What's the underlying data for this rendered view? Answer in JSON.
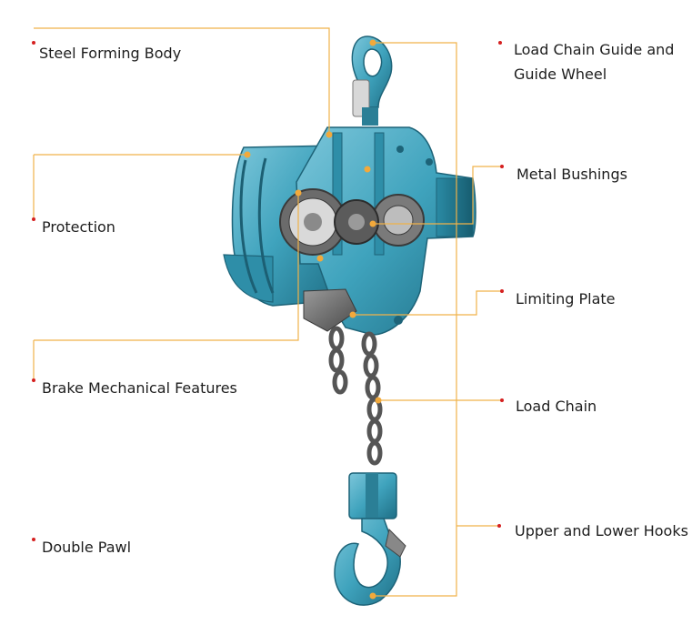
{
  "labels": {
    "steel_forming_body": "Steel Forming Body",
    "protection": "Protection",
    "brake_mechanical_features": "Brake Mechanical Features",
    "double_pawl": "Double Pawl",
    "load_chain_guide": "Load Chain Guide and Guide Wheel",
    "metal_bushings": "Metal Bushings",
    "limiting_plate": "Limiting Plate",
    "load_chain": "Load Chain",
    "upper_and_lower_hooks": "Upper and Lower Hooks"
  },
  "colors": {
    "body_teal": "#3fa3bd",
    "body_dark": "#1f6f86",
    "chain_grey": "#5b5b5b",
    "leader_orange": "#f0b24a",
    "label_dot_red": "#d52020"
  }
}
